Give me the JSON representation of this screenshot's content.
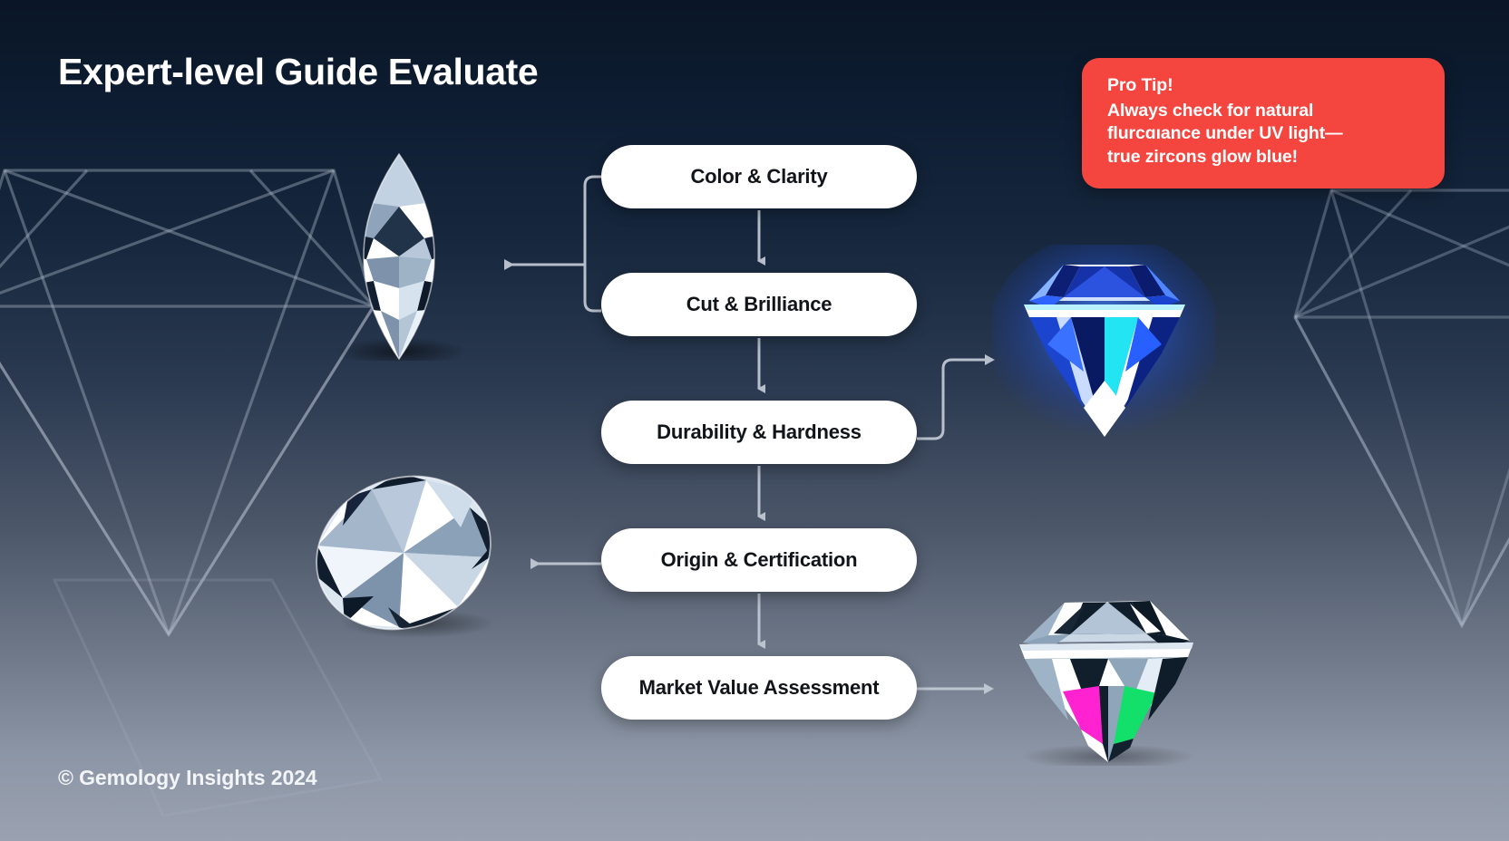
{
  "page": {
    "title": "Expert-level Guide Evaluate",
    "footer": "© Gemology Insights 2024",
    "background_top_color": "#0a1626",
    "background_bottom_color": "#9aa2b1"
  },
  "tip": {
    "heading": "Pro Tip!",
    "line1": "Always check for natural",
    "line2": "flurcɑıance under UV light—",
    "line3": "true zircons glow blue!",
    "background_color": "#f4453f",
    "text_color": "#ffffff"
  },
  "flow": {
    "steps": [
      {
        "label": "Color & Clarity"
      },
      {
        "label": "Cut & Brilliance"
      },
      {
        "label": "Durability & Hardness"
      },
      {
        "label": "Origin & Certification"
      },
      {
        "label": "Market Value Assessment"
      }
    ],
    "box_color": "#ffffff",
    "label_color": "#111418",
    "arrow_color": "#c3cbd6"
  },
  "gems": [
    {
      "name": "marquise-diamond",
      "description": "Marquise cut white diamond",
      "palette": [
        "#ffffff",
        "#dde6f0",
        "#aebfd2",
        "#6b7f99",
        "#1b2a3d",
        "#0d1725"
      ]
    },
    {
      "name": "round-brilliant-diamond",
      "description": "Tilted round brilliant white diamond",
      "palette": [
        "#ffffff",
        "#e4ecf5",
        "#b6c6d8",
        "#7b8ca2",
        "#16222f",
        "#0b131d"
      ]
    },
    {
      "name": "glowing-blue-gem",
      "description": "Glowing blue brilliant cut zircon under UV",
      "palette": [
        "#ffffff",
        "#bcd4ff",
        "#3c7bff",
        "#1436c8",
        "#0a1d6e",
        "#22e4f2"
      ],
      "glow_color": "#2f6bff"
    },
    {
      "name": "fire-diamond",
      "description": "Brilliant cut diamond showing magenta and green fire",
      "palette": [
        "#ffffff",
        "#d7e2ee",
        "#9fb2c6",
        "#0d1b28",
        "#ff22d0",
        "#12e06a"
      ]
    }
  ]
}
